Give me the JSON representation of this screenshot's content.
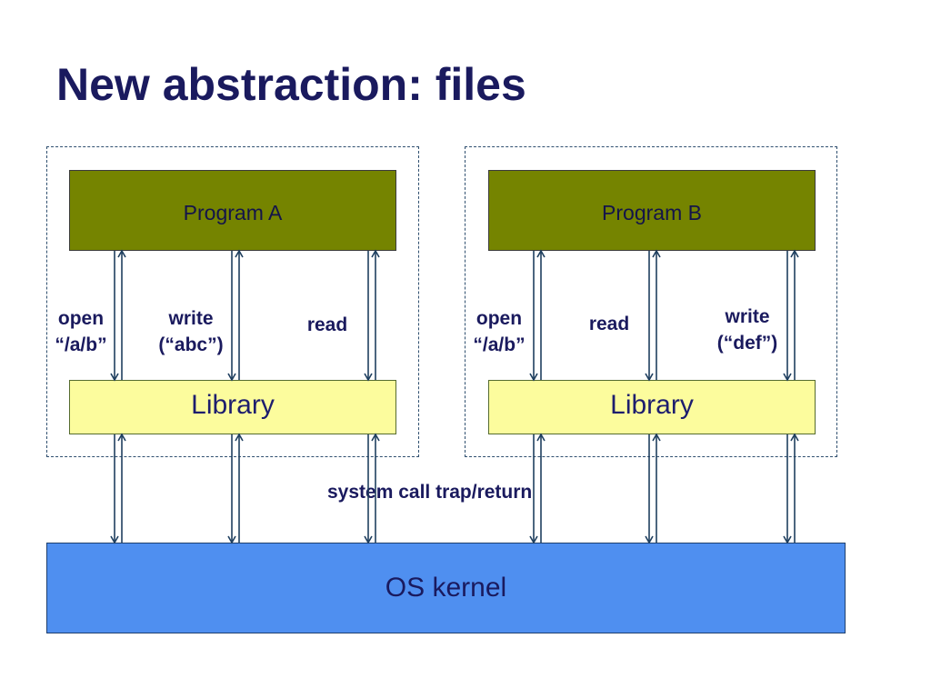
{
  "title": "New abstraction: files",
  "program_a": {
    "label": "Program A",
    "library_label": "Library",
    "calls": [
      {
        "label": "open\n“/a/b”"
      },
      {
        "label": "write\n(“abc”)"
      },
      {
        "label": "read"
      }
    ]
  },
  "program_b": {
    "label": "Program B",
    "library_label": "Library",
    "calls": [
      {
        "label": "open\n“/a/b”"
      },
      {
        "label": "read"
      },
      {
        "label": "write\n(“def”)"
      }
    ]
  },
  "syscall_label": "system call trap/return",
  "kernel_label": "OS kernel",
  "colors": {
    "program": "#758400",
    "library": "#fcfc9d",
    "kernel": "#4f8ff0",
    "text": "#1a1a5e",
    "arrow": "#1f3f5f"
  }
}
